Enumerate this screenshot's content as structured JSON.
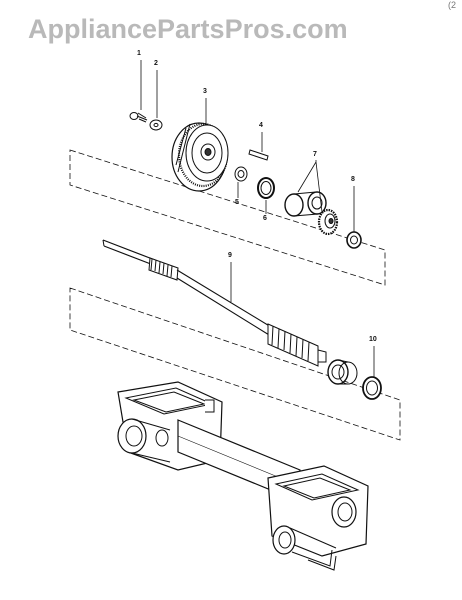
{
  "watermark": "AppliancePartsPros.com",
  "corner_mark": "(2",
  "callouts": [
    "1",
    "2",
    "3",
    "4",
    "5",
    "6",
    "7",
    "8",
    "9",
    "10"
  ],
  "colors": {
    "ink": "#111111",
    "watermark": "#b9b9b9",
    "background": "#ffffff"
  }
}
